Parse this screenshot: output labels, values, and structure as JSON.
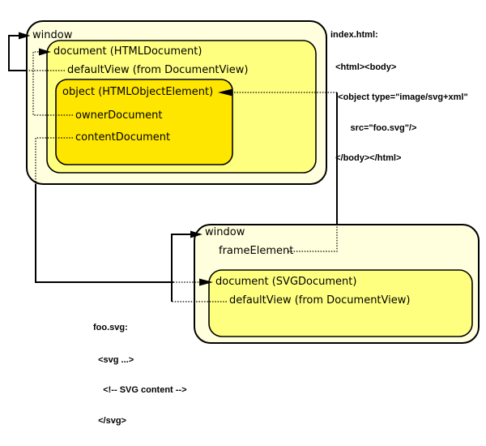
{
  "top_window": {
    "window_label": "window",
    "document_label": "document (HTMLDocument)",
    "default_view_label": "defaultView (from DocumentView)",
    "object_label": "object (HTMLObjectElement)",
    "owner_document_label": "ownerDocument",
    "content_document_label": "contentDocument"
  },
  "bottom_window": {
    "window_label": "window",
    "frame_element_label": "frameElement",
    "document_label": "document (SVGDocument)",
    "default_view_label": "defaultView (from DocumentView)"
  },
  "index_html_code": {
    "title": "index.html:",
    "lines": [
      "  <html><body>",
      "   <object type=\"image/svg+xml\"",
      "        src=\"foo.svg\"/>",
      "  </body></html>"
    ]
  },
  "foo_svg_code": {
    "title": "foo.svg:",
    "lines": [
      "  <svg ...>",
      "    <!-- SVG content -->",
      "  </svg>"
    ]
  },
  "colors": {
    "window_fill": "#ffffdd",
    "document_fill": "#ffff7f",
    "object_fill": "#ffe600",
    "line_color": "#000000"
  }
}
